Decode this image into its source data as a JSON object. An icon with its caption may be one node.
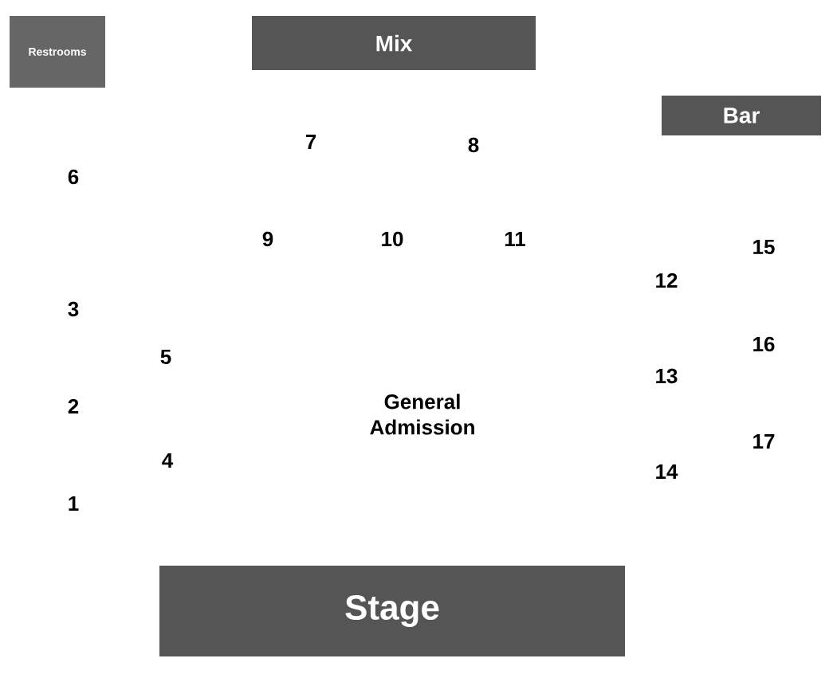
{
  "diagram": {
    "nodes": [
      {
        "text": [
          "Restrooms"
        ]
      },
      {
        "text": [
          "Mix"
        ]
      },
      {
        "text": [
          "Bar"
        ]
      },
      {
        "text": [
          "Stage"
        ]
      }
    ],
    "labels": [
      "7",
      "8",
      "6",
      "9",
      "10",
      "11",
      "15",
      "12",
      "3",
      "5",
      "16",
      "13",
      "General Admission",
      "2",
      "17",
      "4",
      "14",
      "1"
    ]
  }
}
